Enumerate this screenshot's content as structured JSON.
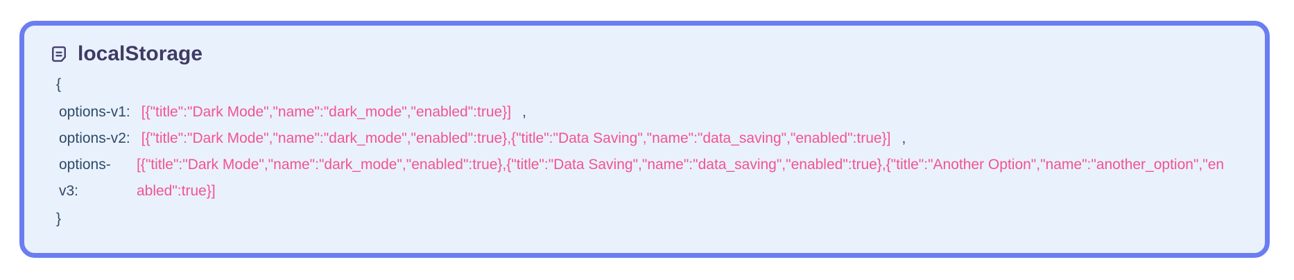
{
  "panel": {
    "title": "localStorage",
    "open_brace": "{",
    "close_brace": "}",
    "entries": [
      {
        "key": "options-v1:",
        "value": "[{\"title\":\"Dark Mode\",\"name\":\"dark_mode\",\"enabled\":true}]",
        "separator": ","
      },
      {
        "key": "options-v2:",
        "value": "[{\"title\":\"Dark Mode\",\"name\":\"dark_mode\",\"enabled\":true},{\"title\":\"Data Saving\",\"name\":\"data_saving\",\"enabled\":true}]",
        "separator": ","
      },
      {
        "key": "options-v3:",
        "value": "[{\"title\":\"Dark Mode\",\"name\":\"dark_mode\",\"enabled\":true},{\"title\":\"Data Saving\",\"name\":\"data_saving\",\"enabled\":true},{\"title\":\"Another Option\",\"name\":\"another_option\",\"enabled\":true}]",
        "separator": ""
      }
    ]
  },
  "colors": {
    "panel_border": "#6a7df1",
    "panel_background": "#e9f1fd",
    "title_text": "#3f3a64",
    "key_text": "#2e4a68",
    "value_text": "#f2548f"
  }
}
